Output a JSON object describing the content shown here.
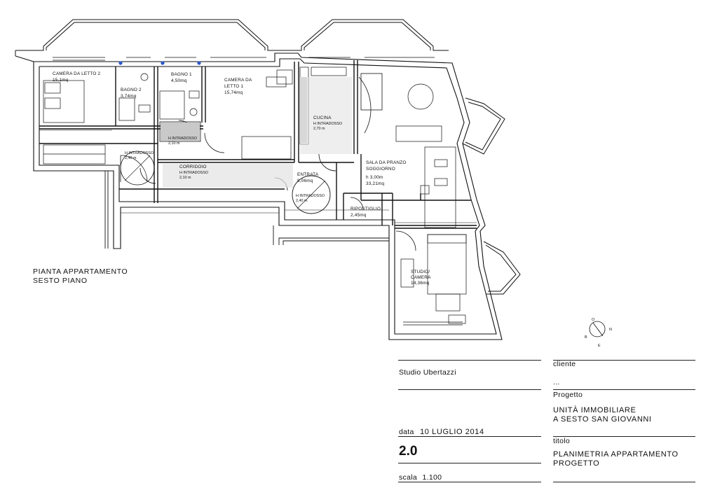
{
  "rooms": {
    "camera_letto_2": {
      "name": "CAMERA DA LETTO 2",
      "area": "15,1mq"
    },
    "bagno_2": {
      "name": "BAGNO 2",
      "area": "3,74mq"
    },
    "bagno_1": {
      "name": "BAGNO 1",
      "area": "4,50mq"
    },
    "camera_letto_1": {
      "name_l1": "CAMERA DA",
      "name_l2": "LETTO 1",
      "area": "15,74mq"
    },
    "cucina": {
      "name": "CUCINA",
      "h": "H INTRADOSSO",
      "hval": "2,70 m"
    },
    "soggiorno": {
      "name_l1": "SALA DA PRANZO",
      "name_l2": "SOGGIORNO",
      "h": "h 3,00m",
      "area": "33,21mq"
    },
    "corridoio": {
      "name": "CORRIDOIO",
      "h": "H INTRADOSSO",
      "hval": "2,10 m"
    },
    "entrata": {
      "name": "ENTRATA",
      "area": "8,06mq",
      "h": "H INTRADOSSO",
      "hval": "2,40 m"
    },
    "ripostiglio": {
      "name": "RIPOSTIGLIO",
      "area": "2,45mq"
    },
    "studio": {
      "name_l1": "STUDIO/",
      "name_l2": "CAMERA",
      "area": "14,36mq"
    },
    "disimpegno_a": {
      "h": "H INTRADOSSO",
      "hval": "2,40 m"
    },
    "disimpegno_b": {
      "h": "H INTRADOSSO",
      "hval": "2,10 m"
    }
  },
  "compass": {
    "n": "N",
    "o": "O",
    "e": "E",
    "b": "B"
  },
  "caption": {
    "line1": "PIANTA APPARTAMENTO",
    "line2": "SESTO PIANO"
  },
  "title_block": {
    "studio": "Studio Ubertazzi",
    "data_label": "data",
    "data_value": "10 LUGLIO 2014",
    "revision": "2.0",
    "scala_label": "scala",
    "scala_value": "1.100",
    "cliente_label": "cliente",
    "cliente_value": "...",
    "progetto_label": "Progetto",
    "progetto_l1": "UNITÀ IMMOBILIARE",
    "progetto_l2": "A SESTO SAN GIOVANNI",
    "titolo_label": "titolo",
    "titolo_l1": "PLANIMETRIA APPARTAMENTO",
    "titolo_l2": "PROGETTO"
  }
}
